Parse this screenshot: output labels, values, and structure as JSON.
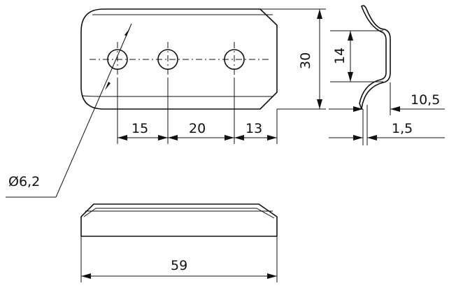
{
  "diagram": {
    "dimensions": {
      "hole_diameter": "Ø6,2",
      "hole_spacing_1": "15",
      "hole_spacing_2": "20",
      "hole_to_edge": "13",
      "overall_length": "59",
      "width": "30",
      "bend_height": "14",
      "profile_depth": "10,5",
      "thickness": "1,5"
    },
    "colors": {
      "line": "#111111",
      "background": "#ffffff"
    }
  }
}
